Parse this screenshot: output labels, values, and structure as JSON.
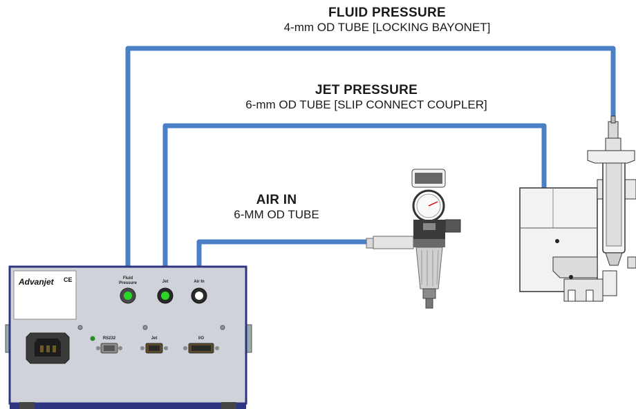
{
  "labels": {
    "fluid_pressure": {
      "title": "FLUID PRESSURE",
      "subtitle": "4-mm OD TUBE [LOCKING BAYONET]"
    },
    "jet_pressure": {
      "title": "JET PRESSURE",
      "subtitle": "6-mm OD TUBE [SLIP CONNECT COUPLER]"
    },
    "air_in": {
      "title": "AIR IN",
      "subtitle": "6-MM OD TUBE"
    }
  },
  "controller": {
    "brand": "Advanjet",
    "mark": "CE",
    "port_labels": {
      "fluid": "Fluid Pressure",
      "jet": "Jet",
      "air_in": "Air In",
      "rs232": "RS232",
      "jet_connector": "Jet",
      "io": "I/O"
    }
  },
  "colors": {
    "tube": "#4a7fc4",
    "panel": "#cfd3d9",
    "panel_border": "#2d3580",
    "led_green": "#2bd62b"
  }
}
